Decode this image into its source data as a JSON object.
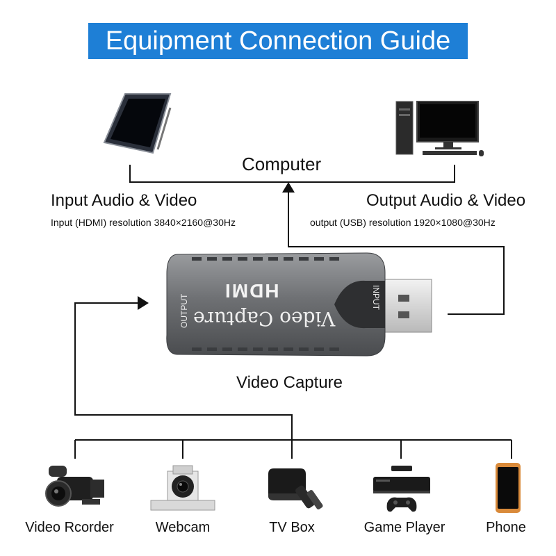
{
  "title": "Equipment Connection Guide",
  "computer": {
    "label": "Computer",
    "input_heading": "Input Audio & Video",
    "input_detail": "Input (HDMI) resolution 3840×2160@30Hz",
    "output_heading": "Output Audio & Video",
    "output_detail": "output (USB) resolution 1920×1080@30Hz"
  },
  "capture": {
    "label": "Video Capture",
    "brand_text": "HDMI",
    "product_text": "Video Capture",
    "output_port": "OUTPUT",
    "input_port": "INPUT"
  },
  "sources": [
    {
      "label": "Video Rcorder",
      "icon": "camcorder-icon"
    },
    {
      "label": "Webcam",
      "icon": "webcam-icon"
    },
    {
      "label": "TV Box",
      "icon": "tv-box-icon"
    },
    {
      "label": "Game Player",
      "icon": "game-console-icon"
    },
    {
      "label": "Phone",
      "icon": "phone-icon"
    }
  ],
  "colors": {
    "banner": "#1e7fd6",
    "device_body": "#6e7073",
    "line": "#111111"
  }
}
